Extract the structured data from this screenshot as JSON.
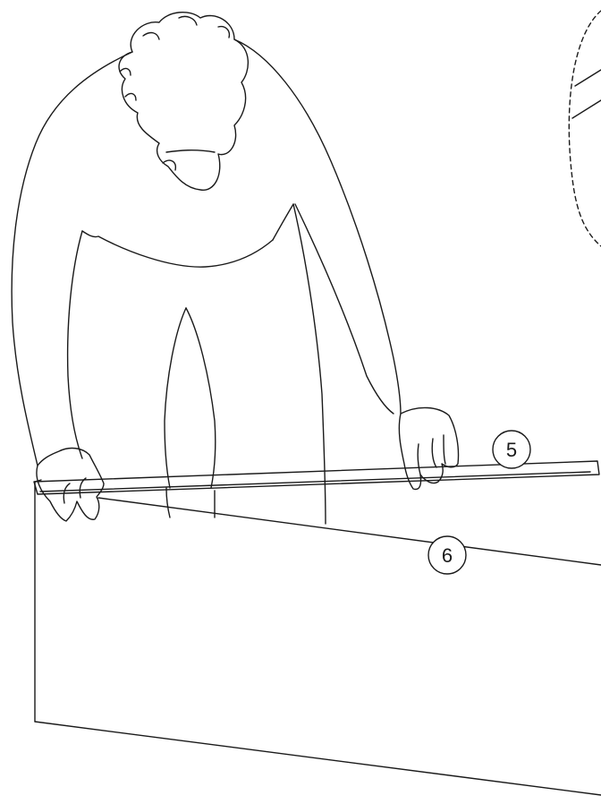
{
  "callouts": {
    "rail": {
      "label": "5"
    },
    "panel_edge": {
      "label": "6"
    }
  },
  "colors": {
    "line": "#1a1a1a",
    "background": "#ffffff"
  },
  "icons": [
    "person-figure",
    "rail-bar",
    "panel-board",
    "detail-magnifier-circle"
  ]
}
